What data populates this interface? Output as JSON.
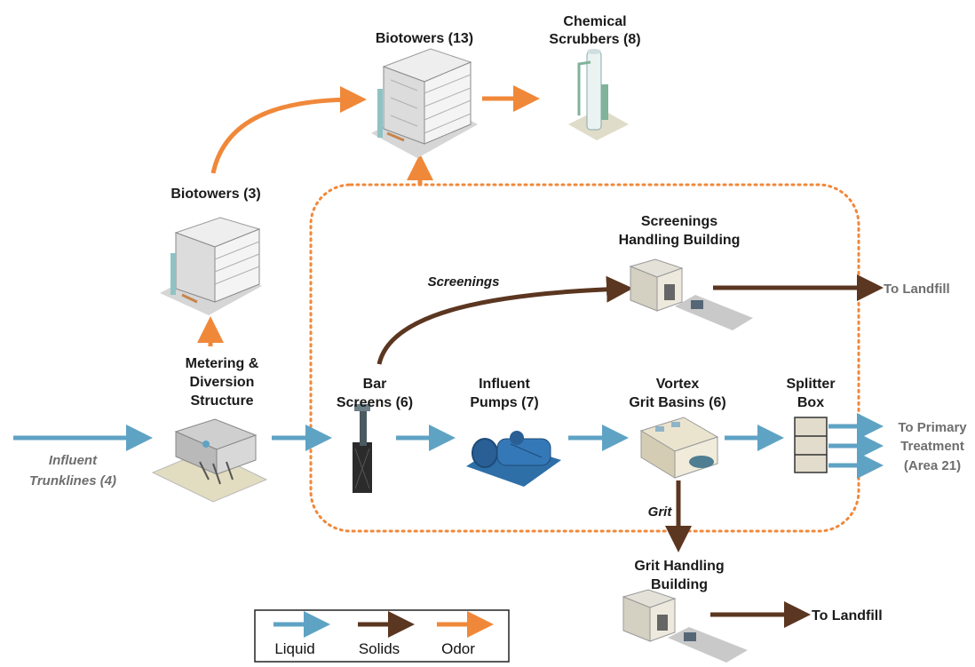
{
  "labels": {
    "biotowers_13": "Biotowers (13)",
    "chemical_scrubbers_1": "Chemical",
    "chemical_scrubbers_2": "Scrubbers (8)",
    "biotowers_3": "Biotowers (3)",
    "screenings_building_1": "Screenings",
    "screenings_building_2": "Handling Building",
    "screenings": "Screenings",
    "to_landfill_top": "To Landfill",
    "metering_1": "Metering &",
    "metering_2": "Diversion",
    "metering_3": "Structure",
    "bar_screens_1": "Bar",
    "bar_screens_2": "Screens (6)",
    "influent_pumps_1": "Influent",
    "influent_pumps_2": "Pumps (7)",
    "vortex_1": "Vortex",
    "vortex_2": "Grit Basins (6)",
    "splitter_1": "Splitter",
    "splitter_2": "Box",
    "to_primary_1": "To Primary",
    "to_primary_2": "Treatment",
    "to_primary_3": "(Area 21)",
    "influent_1": "Influent",
    "influent_2": "Trunklines (4)",
    "grit": "Grit",
    "grit_building_1": "Grit Handling",
    "grit_building_2": "Building",
    "to_landfill_bottom": "To Landfill"
  },
  "legend": {
    "liquid": "Liquid",
    "solids": "Solids",
    "odor": "Odor"
  },
  "colors": {
    "liquid": "#5fa3c4",
    "solids": "#5b3620",
    "odor": "#f0883a"
  }
}
